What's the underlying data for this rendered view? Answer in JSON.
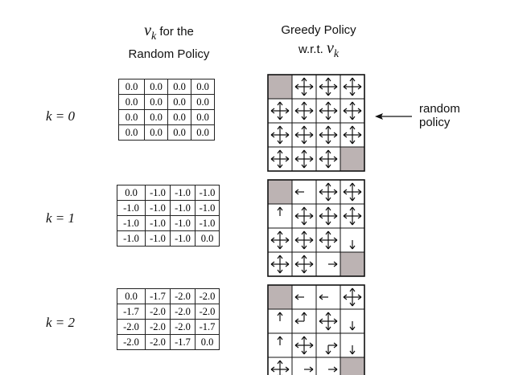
{
  "headers": {
    "value_var": "v",
    "value_sub": "k",
    "value_line1_suffix": " for the",
    "value_line2": "Random Policy",
    "greedy_line1": "Greedy Policy",
    "greedy_line2_prefix": "w.r.t. ",
    "greedy_var": "v",
    "greedy_sub": "k"
  },
  "rows": [
    {
      "k_label": "k = 0",
      "values": [
        [
          "0.0",
          "0.0",
          "0.0",
          "0.0"
        ],
        [
          "0.0",
          "0.0",
          "0.0",
          "0.0"
        ],
        [
          "0.0",
          "0.0",
          "0.0",
          "0.0"
        ],
        [
          "0.0",
          "0.0",
          "0.0",
          "0.0"
        ]
      ],
      "policy": [
        [
          "T",
          "UDLR",
          "UDLR",
          "UDLR"
        ],
        [
          "UDLR",
          "UDLR",
          "UDLR",
          "UDLR"
        ],
        [
          "UDLR",
          "UDLR",
          "UDLR",
          "UDLR"
        ],
        [
          "UDLR",
          "UDLR",
          "UDLR",
          "T"
        ]
      ]
    },
    {
      "k_label": "k = 1",
      "values": [
        [
          "0.0",
          "-1.0",
          "-1.0",
          "-1.0"
        ],
        [
          "-1.0",
          "-1.0",
          "-1.0",
          "-1.0"
        ],
        [
          "-1.0",
          "-1.0",
          "-1.0",
          "-1.0"
        ],
        [
          "-1.0",
          "-1.0",
          "-1.0",
          "0.0"
        ]
      ],
      "policy": [
        [
          "T",
          "L",
          "UDLR",
          "UDLR"
        ],
        [
          "U",
          "UDLR",
          "UDLR",
          "UDLR"
        ],
        [
          "UDLR",
          "UDLR",
          "UDLR",
          "D"
        ],
        [
          "UDLR",
          "UDLR",
          "R",
          "T"
        ]
      ]
    },
    {
      "k_label": "k = 2",
      "values": [
        [
          "0.0",
          "-1.7",
          "-2.0",
          "-2.0"
        ],
        [
          "-1.7",
          "-2.0",
          "-2.0",
          "-2.0"
        ],
        [
          "-2.0",
          "-2.0",
          "-2.0",
          "-1.7"
        ],
        [
          "-2.0",
          "-2.0",
          "-1.7",
          "0.0"
        ]
      ],
      "policy": [
        [
          "T",
          "L",
          "L",
          "UDLR"
        ],
        [
          "U",
          "UL",
          "UDLR",
          "D"
        ],
        [
          "U",
          "UDLR",
          "RD",
          "D"
        ],
        [
          "UDLR",
          "R",
          "R",
          "T"
        ]
      ]
    }
  ],
  "annotation": {
    "line1": "random",
    "line2": "policy"
  },
  "colors": {
    "terminal_fill": "#bcb3b3",
    "line": "#111111"
  }
}
